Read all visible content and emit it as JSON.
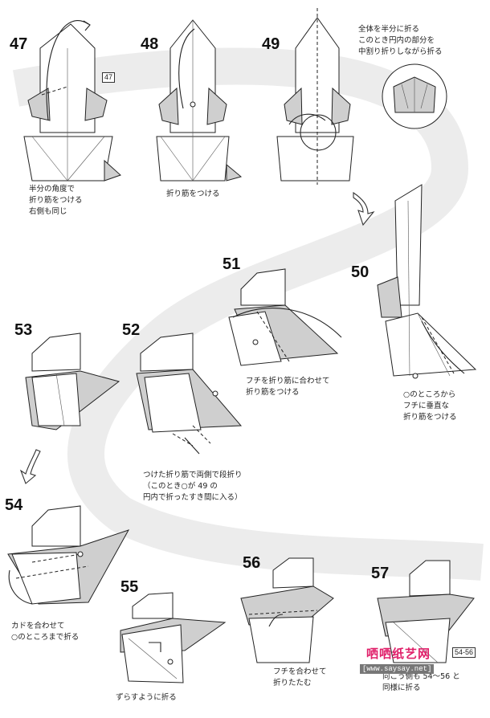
{
  "steps": {
    "s47": {
      "num": "47",
      "ref": "47",
      "caption": "半分の角度で\n折り筋をつける\n右側も同じ"
    },
    "s48": {
      "num": "48",
      "caption": "折り筋をつける"
    },
    "s49": {
      "num": "49",
      "caption": "全体を半分に折る\nこのとき円内の部分を\n中割り折りしながら折る"
    },
    "s50": {
      "num": "50",
      "caption": "○のところから\nフチに垂直な\n折り筋をつける"
    },
    "s51": {
      "num": "51",
      "caption": "フチを折り筋に合わせて\n折り筋をつける"
    },
    "s52": {
      "num": "52",
      "caption": "つけた折り筋で両側で段折り\n（このとき○が 49 の\n円内で折ったすき間に入る）"
    },
    "s53": {
      "num": "53"
    },
    "s54": {
      "num": "54",
      "caption": "カドを合わせて\n○のところまで折る"
    },
    "s55": {
      "num": "55",
      "caption": "ずらすように折る"
    },
    "s56": {
      "num": "56",
      "caption": "フチを合わせて\n折りたたむ"
    },
    "s57": {
      "num": "57",
      "ref": "54-56",
      "caption": "向こう側も 54〜56 と\n同様に折る"
    }
  },
  "watermark": {
    "logo": "哂哂纸艺网",
    "url": "[www.saysay.net]"
  }
}
